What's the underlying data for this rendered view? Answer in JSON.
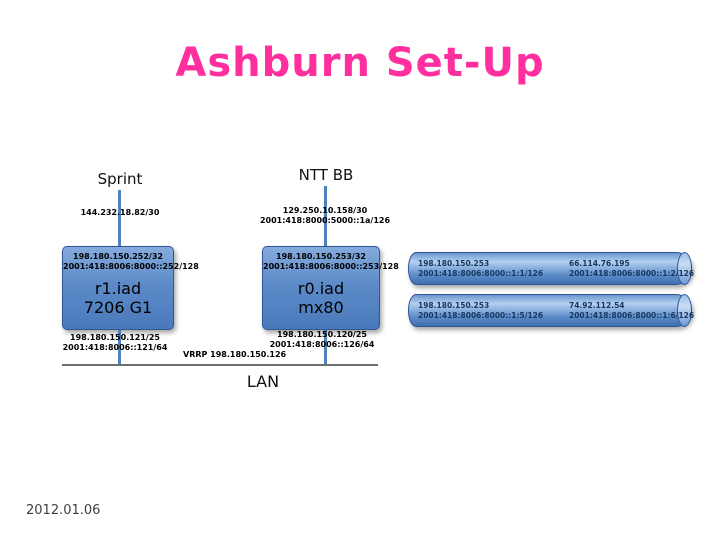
{
  "slide": {
    "title": "Ashburn Set-Up",
    "date": "2012.01.06",
    "lan_label": "LAN",
    "vrrp_label": "VRRP 198.180.150.126"
  },
  "isps": [
    {
      "name": "Sprint",
      "link_ips": [
        "144.232.18.82/30"
      ]
    },
    {
      "name": "NTT BB",
      "link_ips": [
        "129.250.10.158/30",
        "2001:418:8000:5000::1a/126"
      ]
    }
  ],
  "routers": [
    {
      "loopback_v4": "198.180.150.252/32",
      "loopback_v6": "2001:418:8006:8000::252/128",
      "hostname": "r1.iad",
      "model": "7206 G1",
      "lan_v4": "198.180.150.121/25",
      "lan_v6": "2001:418:8006::121/64"
    },
    {
      "loopback_v4": "198.180.150.253/32",
      "loopback_v6": "2001:418:8006:8000::253/128",
      "hostname": "r0.iad",
      "model": "mx80",
      "lan_v4": "198.180.150.120/25",
      "lan_v6": "2001:418:8006::126/64"
    }
  ],
  "tunnels": [
    {
      "left_v4": "198.180.150.253",
      "left_v6": "2001:418:8006:8000::1:1/126",
      "right_v4": "66.114.76.195",
      "right_v6": "2001:418:8006:8000::1:2/126"
    },
    {
      "left_v4": "198.180.150.253",
      "left_v6": "2001:418:8006:8000::1:5/126",
      "right_v4": "74.92.112.54",
      "right_v6": "2001:418:8006:8000::1:6/126"
    }
  ],
  "colors": {
    "title_pink": "#ff2f9e",
    "node_blue": "#5b8ac8",
    "connector_blue": "#4f81bd"
  }
}
